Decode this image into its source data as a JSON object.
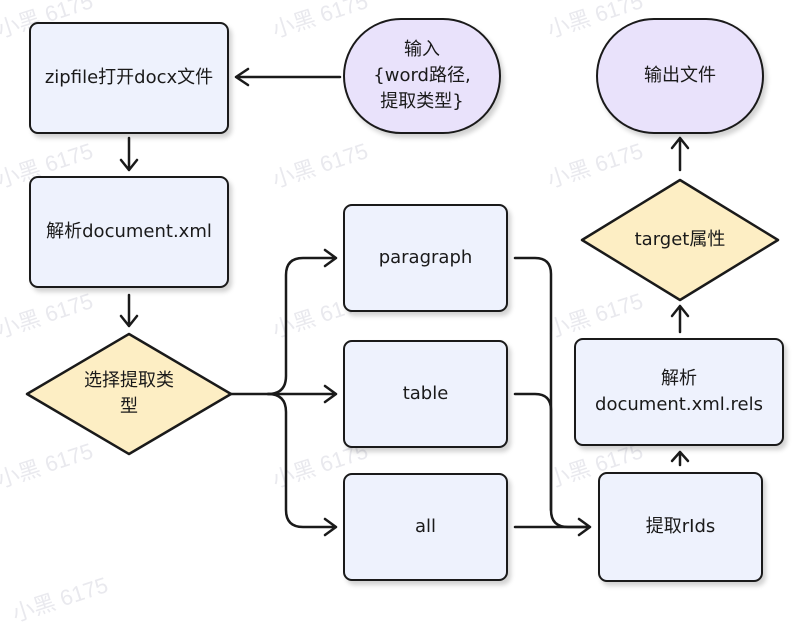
{
  "watermark": "小黑 6175",
  "nodes": {
    "open_docx": "zipfile打开docx文件",
    "input": {
      "line1": "输入",
      "line2": "{word路径,",
      "line3": "提取类型}"
    },
    "parse_doc": "解析document.xml",
    "choose_type": {
      "line1": "选择提取类",
      "line2": "型"
    },
    "paragraph": "paragraph",
    "table": "table",
    "all": "all",
    "extract_rids": "提取rIds",
    "parse_rels": {
      "line1": "解析",
      "line2": "document.xml.rels"
    },
    "target_attr": "target属性",
    "output": "输出文件"
  },
  "colors": {
    "process_fill": "#eef2fd",
    "terminal_fill": "#e9e2fb",
    "decision_fill": "#fdeec4",
    "stroke": "#1a1a1a"
  }
}
